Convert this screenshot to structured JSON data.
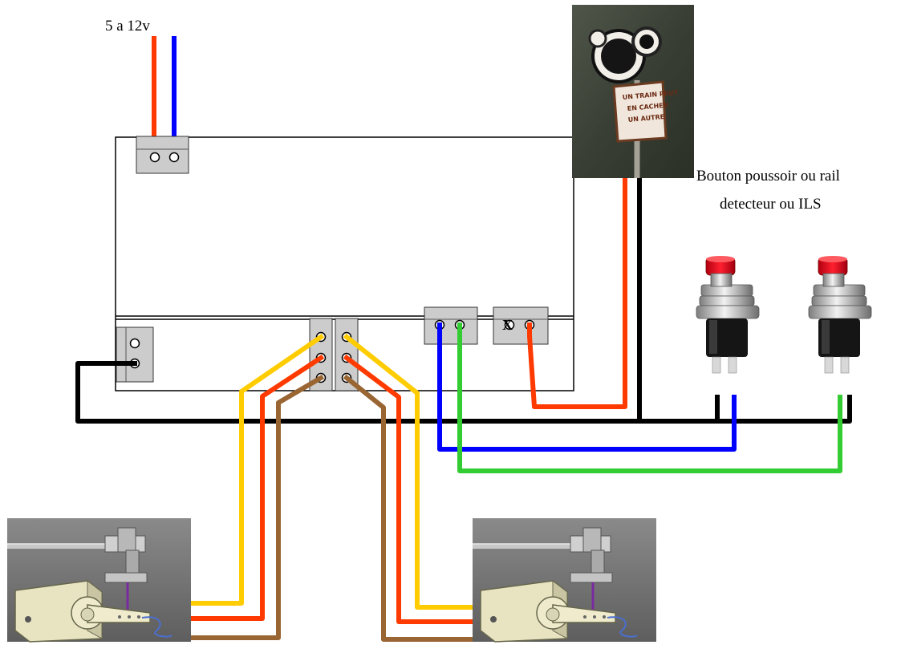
{
  "labels": {
    "power_supply": "5 a 12v",
    "button_caption_line1": "Bouton poussoir ou rail",
    "button_caption_line2": "detecteur ou ILS",
    "terminal_x_mark": "X"
  },
  "signal_sign": {
    "line1": "UN TRAIN PEUT",
    "line2": "EN CACHER",
    "line3": "UN AUTRE"
  },
  "colors": {
    "red": "#ff3a00",
    "blue": "#0000ff",
    "black": "#000000",
    "green": "#33cc33",
    "yellow": "#ffcc00",
    "brown": "#996633",
    "board_outline": "#000000",
    "terminal_fill": "#cccccc"
  },
  "icons": {
    "signal_photo": "railway-signal-icon",
    "push_button": "push-button-icon",
    "servo": "servo-motor-icon"
  }
}
